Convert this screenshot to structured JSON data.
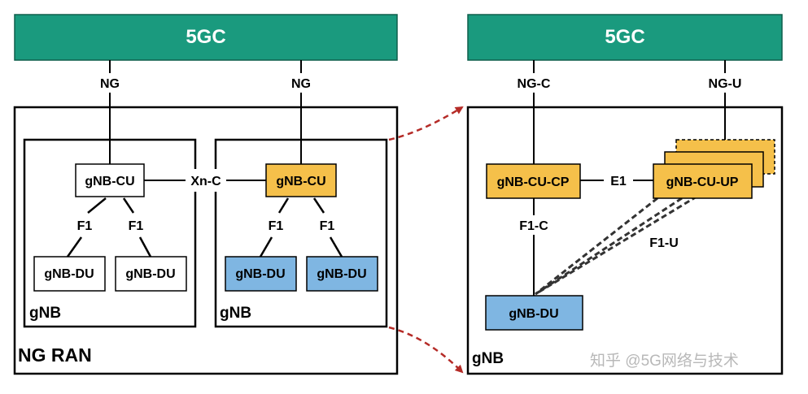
{
  "core_label": "5GC",
  "left": {
    "ng_labels": [
      "NG",
      "NG"
    ],
    "xn_label": "Xn-C",
    "gnb_cu": "gNB-CU",
    "f1": "F1",
    "gnb_du": "gNB-DU",
    "gnb_label": "gNB",
    "ran_label": "NG RAN"
  },
  "right": {
    "ng_c": "NG-C",
    "ng_u": "NG-U",
    "cu_cp": "gNB-CU-CP",
    "cu_up": "gNB-CU-UP",
    "e1": "E1",
    "f1_c": "F1-C",
    "f1_u": "F1-U",
    "du": "gNB-DU",
    "gnb_label": "gNB"
  },
  "watermark": "知乎 @5G网络与技术",
  "colors": {
    "core": "#1a9a7e",
    "cu_orange": "#f5c04a",
    "du_blue": "#7fb6e2",
    "arrow_red": "#b52b27"
  }
}
